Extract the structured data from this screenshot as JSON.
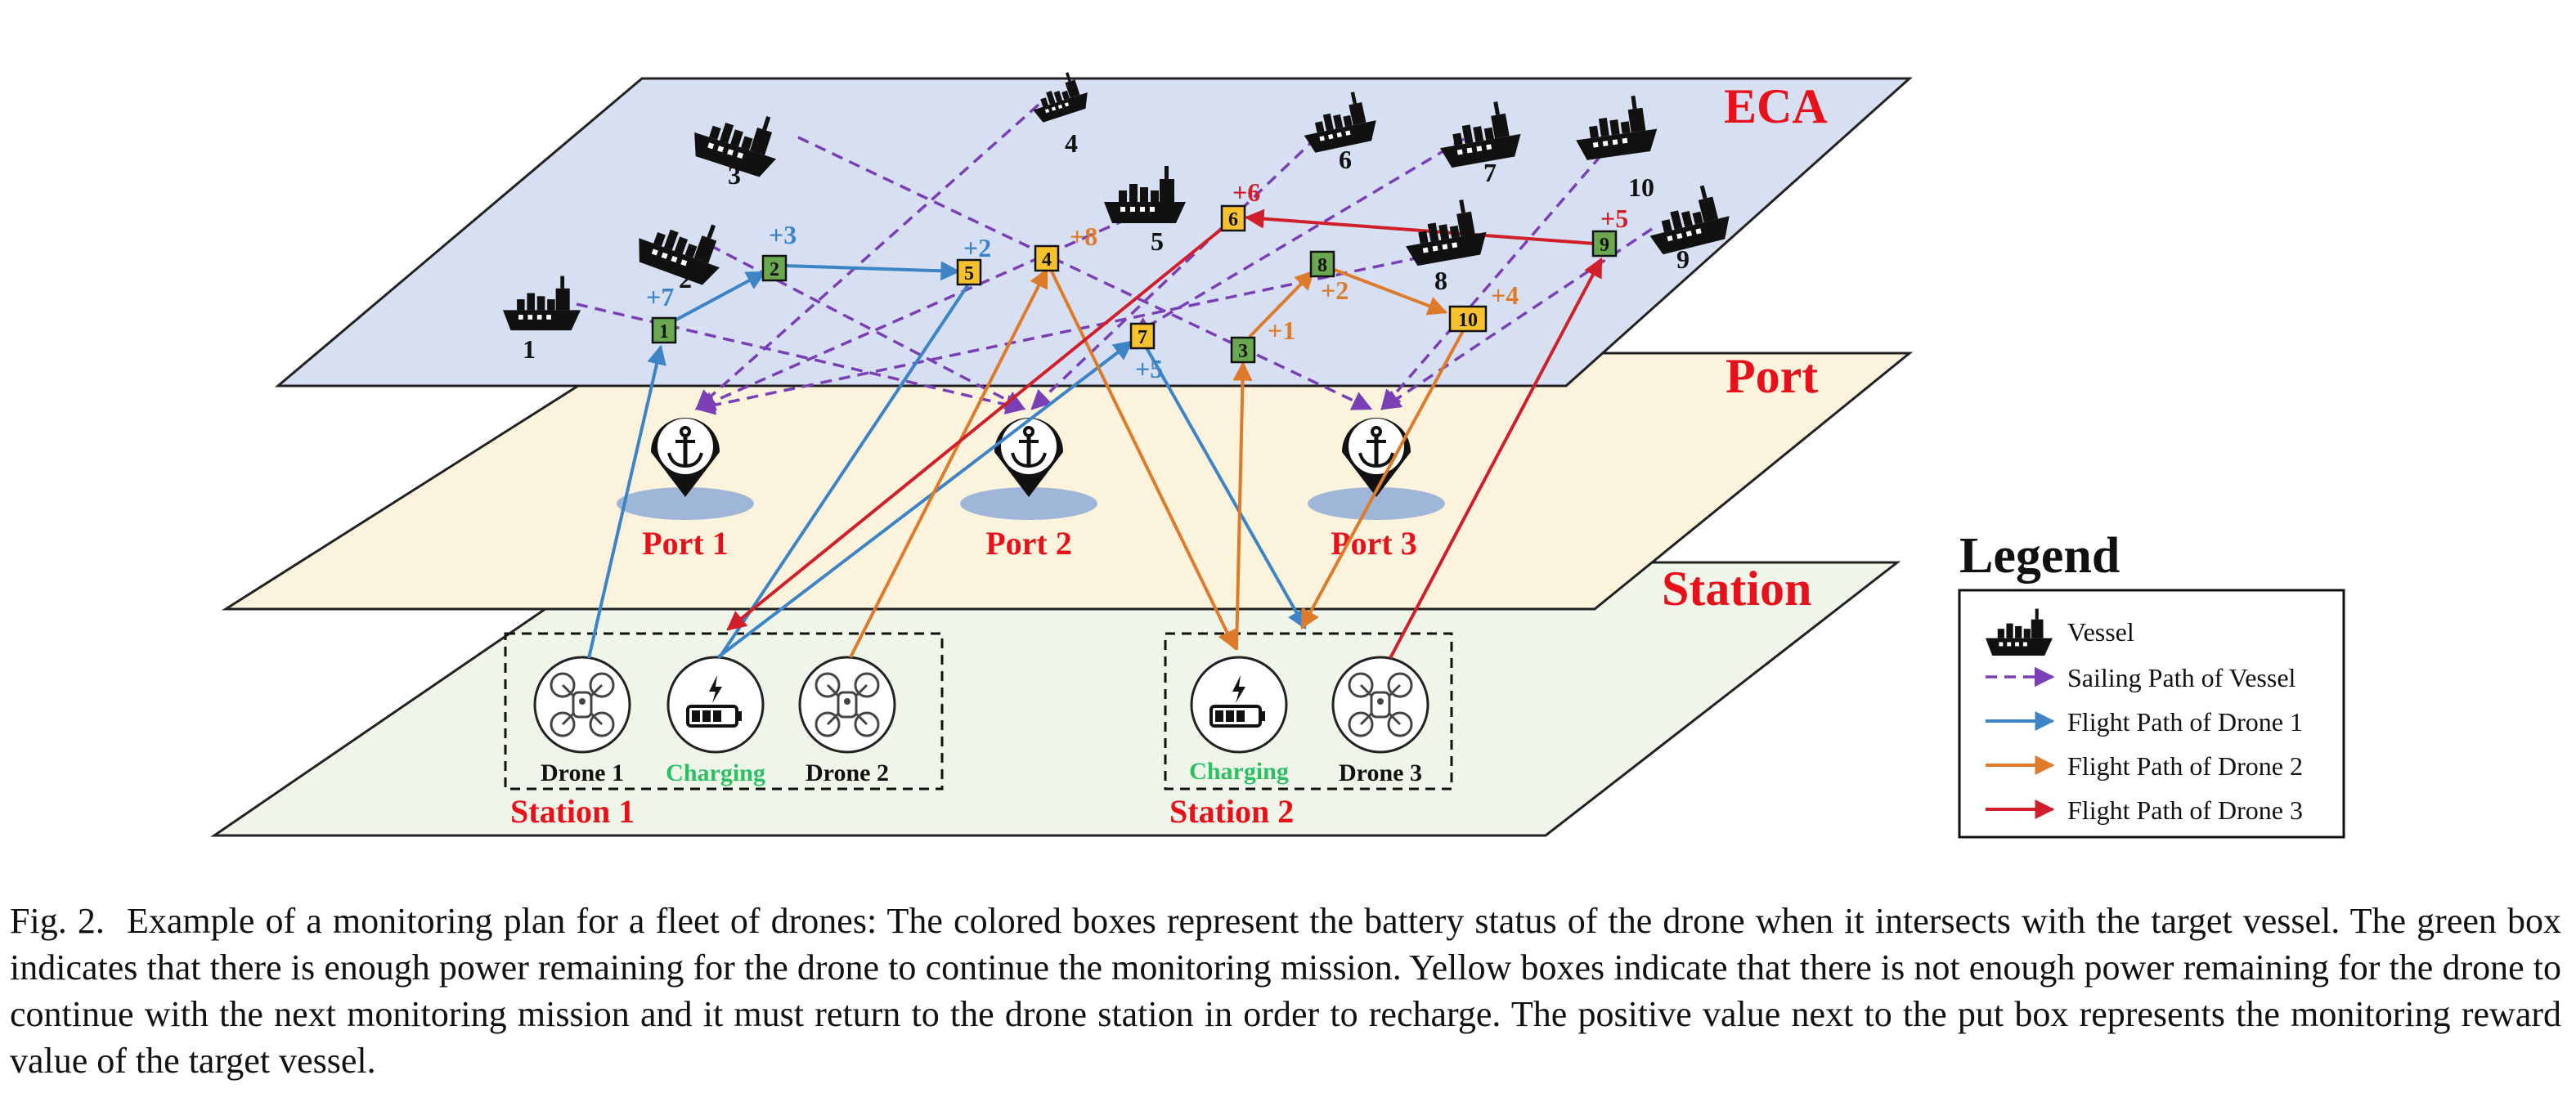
{
  "layers": {
    "eca": "ECA",
    "port": "Port",
    "station": "Station"
  },
  "colors": {
    "eca_fill": "#d6e0f2",
    "port_fill": "#fbf3dc",
    "station_fill": "#eff5e8",
    "label_red": "#e8101a",
    "charging_green": "#2dbf63",
    "box_green": "#6aa84f",
    "box_yellow": "#f6c12c",
    "vessel_path": "#7a3fb5",
    "drone1": "#3d84c6",
    "drone2": "#de7b2a",
    "drone3": "#d01f2a",
    "reward_blue": "#3d84c6",
    "reward_orange": "#de7b2a",
    "reward_red": "#d01f2a"
  },
  "vessels": [
    "1",
    "2",
    "3",
    "4",
    "5",
    "6",
    "7",
    "8",
    "9",
    "10"
  ],
  "ports": [
    "Port 1",
    "Port 2",
    "Port 3"
  ],
  "stations": {
    "s1": {
      "label": "Station 1",
      "items": [
        "Drone 1",
        "Charging",
        "Drone 2"
      ]
    },
    "s2": {
      "label": "Station 2",
      "items": [
        "Charging",
        "Drone 3"
      ]
    }
  },
  "boxes": [
    {
      "id": "1",
      "status": "green",
      "reward": "+7",
      "drone": 1
    },
    {
      "id": "2",
      "status": "green",
      "reward": "+3",
      "drone": 1
    },
    {
      "id": "5",
      "status": "yellow",
      "reward": "+2",
      "drone": 1
    },
    {
      "id": "7",
      "status": "yellow",
      "reward": "+5",
      "drone": 1
    },
    {
      "id": "4",
      "status": "yellow",
      "reward": "+8",
      "drone": 2
    },
    {
      "id": "3",
      "status": "green",
      "reward": "+1",
      "drone": 2
    },
    {
      "id": "8",
      "status": "green",
      "reward": "+2",
      "drone": 2
    },
    {
      "id": "10",
      "status": "yellow",
      "reward": "+4",
      "drone": 2
    },
    {
      "id": "9",
      "status": "green",
      "reward": "+5",
      "drone": 3
    },
    {
      "id": "6",
      "status": "yellow",
      "reward": "+6",
      "drone": 3
    }
  ],
  "legend": {
    "title": "Legend",
    "items": [
      "Vessel",
      "Sailing Path of Vessel",
      "Flight Path of Drone 1",
      "Flight Path of Drone 2",
      "Flight Path of Drone 3"
    ]
  },
  "caption": {
    "label": "Fig. 2.",
    "text": "Example of a monitoring plan for a fleet of drones: The colored boxes represent the battery status of the drone when it intersects with the target vessel. The green box indicates that there is enough power remaining for the drone to continue the monitoring mission. Yellow boxes indicate that there is not enough power remaining for the drone to continue with the next monitoring mission and it must return to the drone station in order to recharge. The positive value next to the put box represents the monitoring reward value of the target vessel."
  }
}
